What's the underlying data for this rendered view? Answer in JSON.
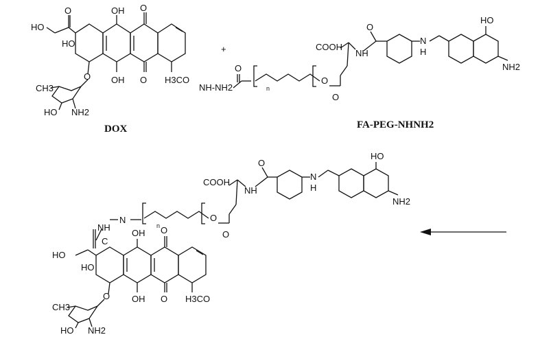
{
  "compounds": {
    "dox": {
      "name": "DOX"
    },
    "fa_peg": {
      "name": "FA-PEG-NHNH2"
    }
  },
  "reaction": {
    "plus": "+"
  },
  "atoms": {
    "ho": "HO",
    "oh": "OH",
    "o": "O",
    "ch3": "CH3",
    "nh2": "NH2",
    "h3co": "H3CO",
    "cooh": "COOH",
    "nh": "NH",
    "n": "N",
    "h": "H",
    "nhnh2": "NH-NH2",
    "repeat_n": "n",
    "c_o": "C"
  }
}
